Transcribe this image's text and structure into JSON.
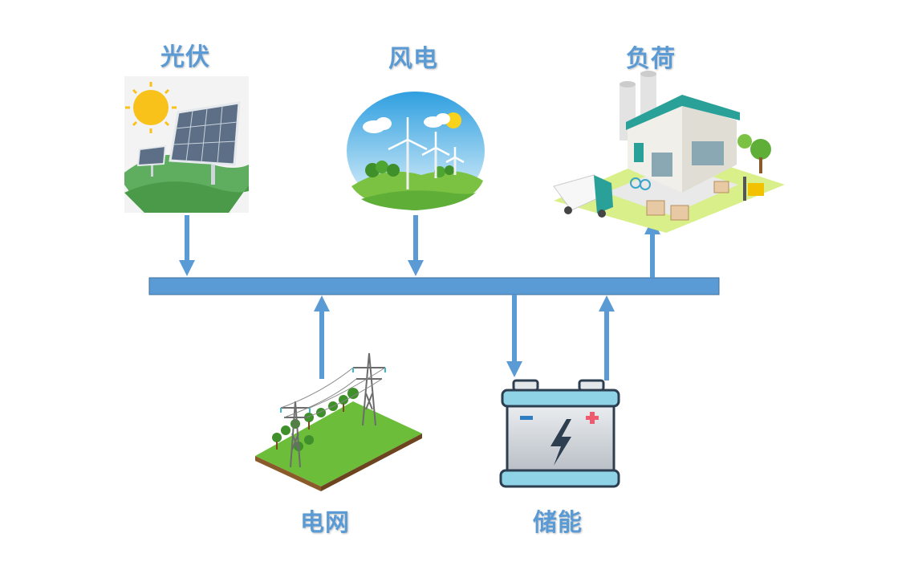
{
  "labels": {
    "pv": "光伏",
    "wind": "风电",
    "load": "负荷",
    "grid": "电网",
    "storage": "储能"
  },
  "colors": {
    "bus": "#5b9bd5",
    "arrow": "#5b9bd5",
    "label": "#5b9bd5"
  },
  "icons": {
    "pv": "solar-panel-icon",
    "wind": "wind-turbine-icon",
    "load": "factory-icon",
    "grid": "power-tower-icon",
    "storage": "battery-icon"
  }
}
